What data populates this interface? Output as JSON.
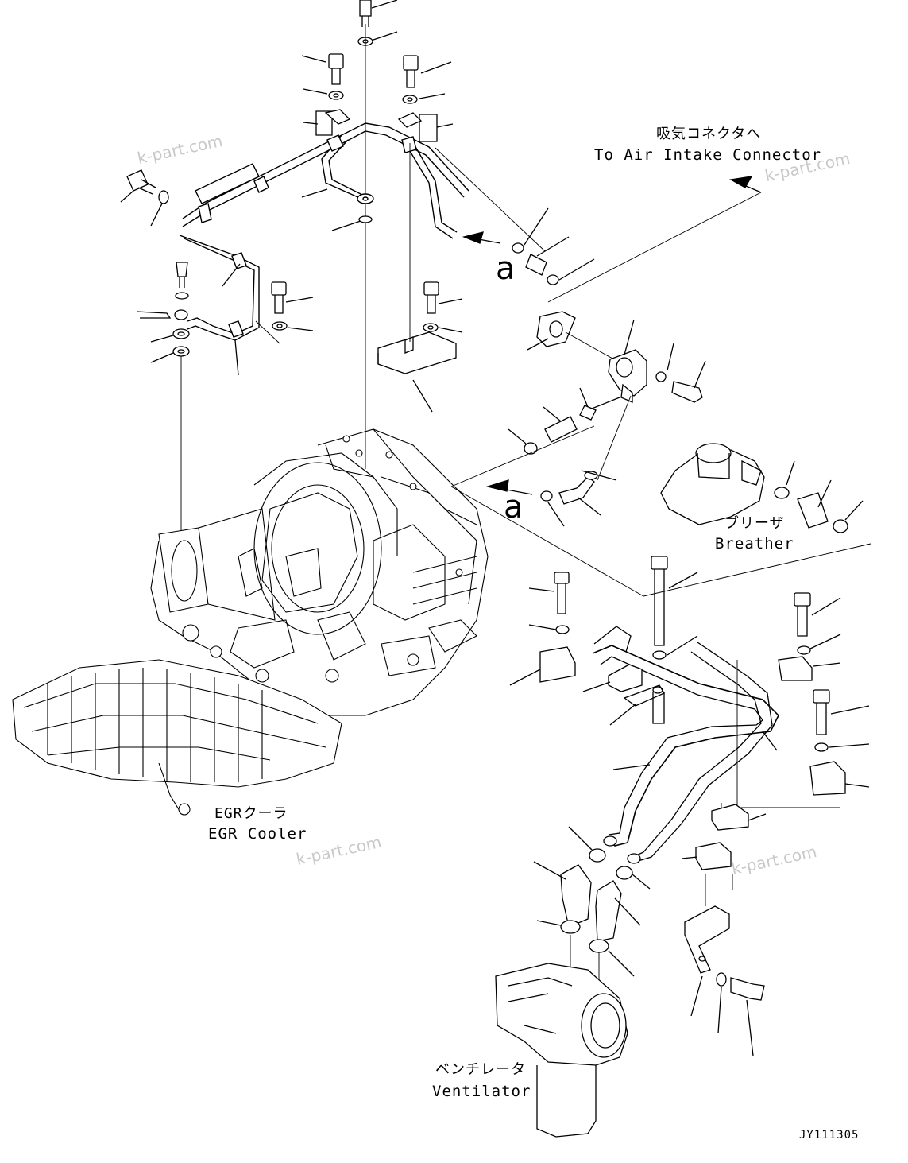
{
  "labels": {
    "air_intake": {
      "jp": "吸気コネクタへ",
      "en": "To Air Intake Connector"
    },
    "breather": {
      "jp": "ブリーザ",
      "en": "Breather"
    },
    "egr_cooler": {
      "jp": "EGRクーラ",
      "en": "EGR Cooler"
    },
    "ventilator": {
      "jp": "ベンチレータ",
      "en": "Ventilator"
    }
  },
  "reference_marks": [
    "a",
    "a"
  ],
  "drawing_code": "JY111305",
  "watermarks": [
    "k-part.com",
    "k-part.com",
    "k-part.com",
    "k-part.com"
  ],
  "colors": {
    "line": "#000000",
    "watermark": "#c9c9c9",
    "background": "#ffffff"
  }
}
